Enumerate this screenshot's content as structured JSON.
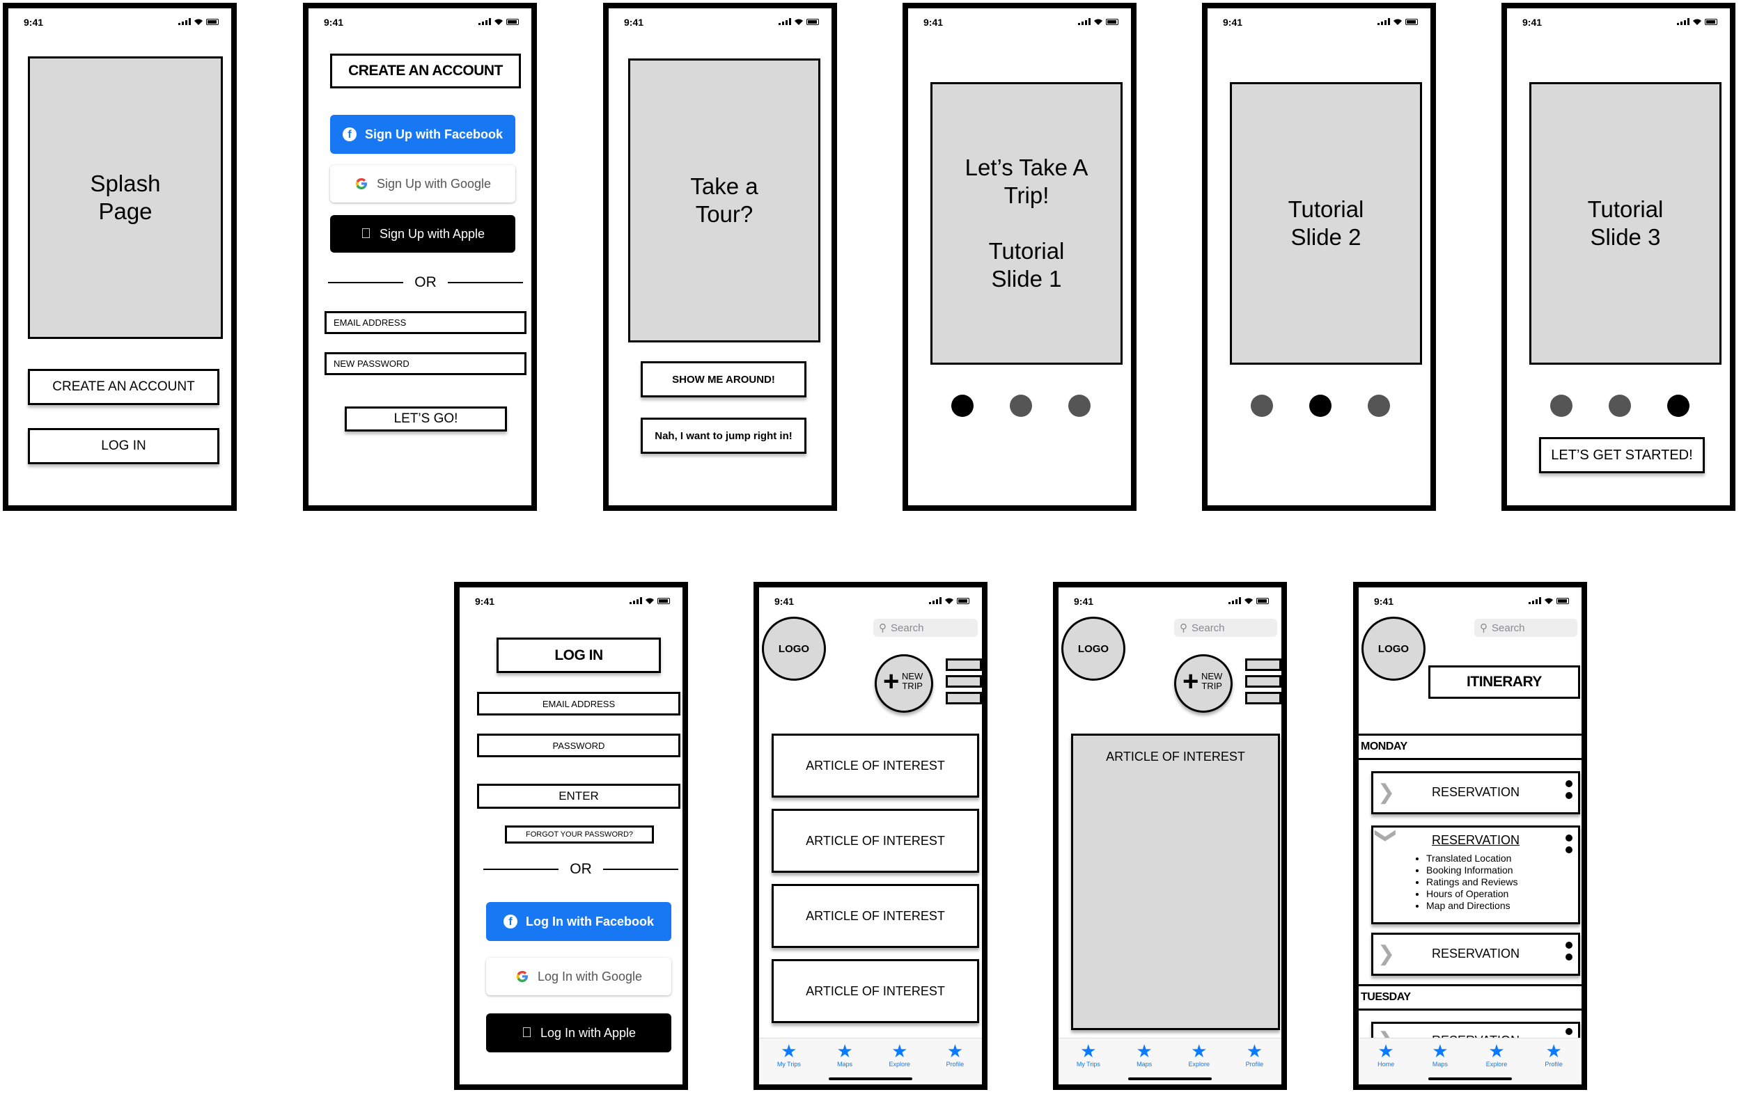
{
  "status": {
    "time": "9:41"
  },
  "splash": {
    "title": "Splash\nPage",
    "create_account": "CREATE AN ACCOUNT",
    "login": "LOG IN"
  },
  "signup": {
    "title": "CREATE AN ACCOUNT",
    "facebook": "Sign Up with Facebook",
    "google": "Sign Up with Google",
    "apple": "Sign Up with Apple",
    "or": "OR",
    "email_placeholder": "EMAIL ADDRESS",
    "password_placeholder": "NEW PASSWORD",
    "submit": "LET’S GO!"
  },
  "tour": {
    "title": "Take a\nTour?",
    "show": "SHOW ME AROUND!",
    "skip": "Nah, I want to jump right in!"
  },
  "tutorial1": {
    "title": "Let’s Take A\nTrip!\n\nTutorial\nSlide 1",
    "active_dot": 0
  },
  "tutorial2": {
    "title": "Tutorial\nSlide 2",
    "active_dot": 1
  },
  "tutorial3": {
    "title": "Tutorial\nSlide 3",
    "active_dot": 2,
    "cta": "LET’S GET STARTED!"
  },
  "colors": {
    "dot_active": "#000000",
    "dot_inactive": "#555555",
    "accent": "#0a7aff",
    "facebook": "#1877f2"
  },
  "login": {
    "title": "LOG IN",
    "email_placeholder": "EMAIL ADDRESS",
    "password_placeholder": "PASSWORD",
    "enter": "ENTER",
    "forgot": "FORGOT YOUR PASSWORD?",
    "or": "OR",
    "facebook": "Log In with Facebook",
    "google": "Log In with Google",
    "apple": "Log In with Apple"
  },
  "home": {
    "logo": "LOGO",
    "search_placeholder": "Search",
    "new_trip": "NEW\nTRIP",
    "articles": [
      "ARTICLE OF INTEREST",
      "ARTICLE OF INTEREST",
      "ARTICLE OF INTEREST",
      "ARTICLE OF INTEREST"
    ],
    "tabs": [
      "My Trips",
      "Maps",
      "Explore",
      "Profile"
    ]
  },
  "article_view": {
    "logo": "LOGO",
    "search_placeholder": "Search",
    "new_trip": "NEW\nTRIP",
    "article": "ARTICLE OF INTEREST",
    "tabs": [
      "My Trips",
      "Maps",
      "Explore",
      "Profile"
    ]
  },
  "itinerary": {
    "logo": "LOGO",
    "search_placeholder": "Search",
    "title": "ITINERARY",
    "monday": "MONDAY",
    "tuesday": "TUESDAY",
    "reservations": [
      "RESERVATION",
      "RESERVATION",
      "RESERVATION",
      "RESERVATION"
    ],
    "details": [
      "Translated Location",
      "Booking Information",
      "Ratings and Reviews",
      "Hours of Operation",
      "Map and Directions"
    ],
    "tabs": [
      "Home",
      "Maps",
      "Explore",
      "Profile"
    ]
  }
}
